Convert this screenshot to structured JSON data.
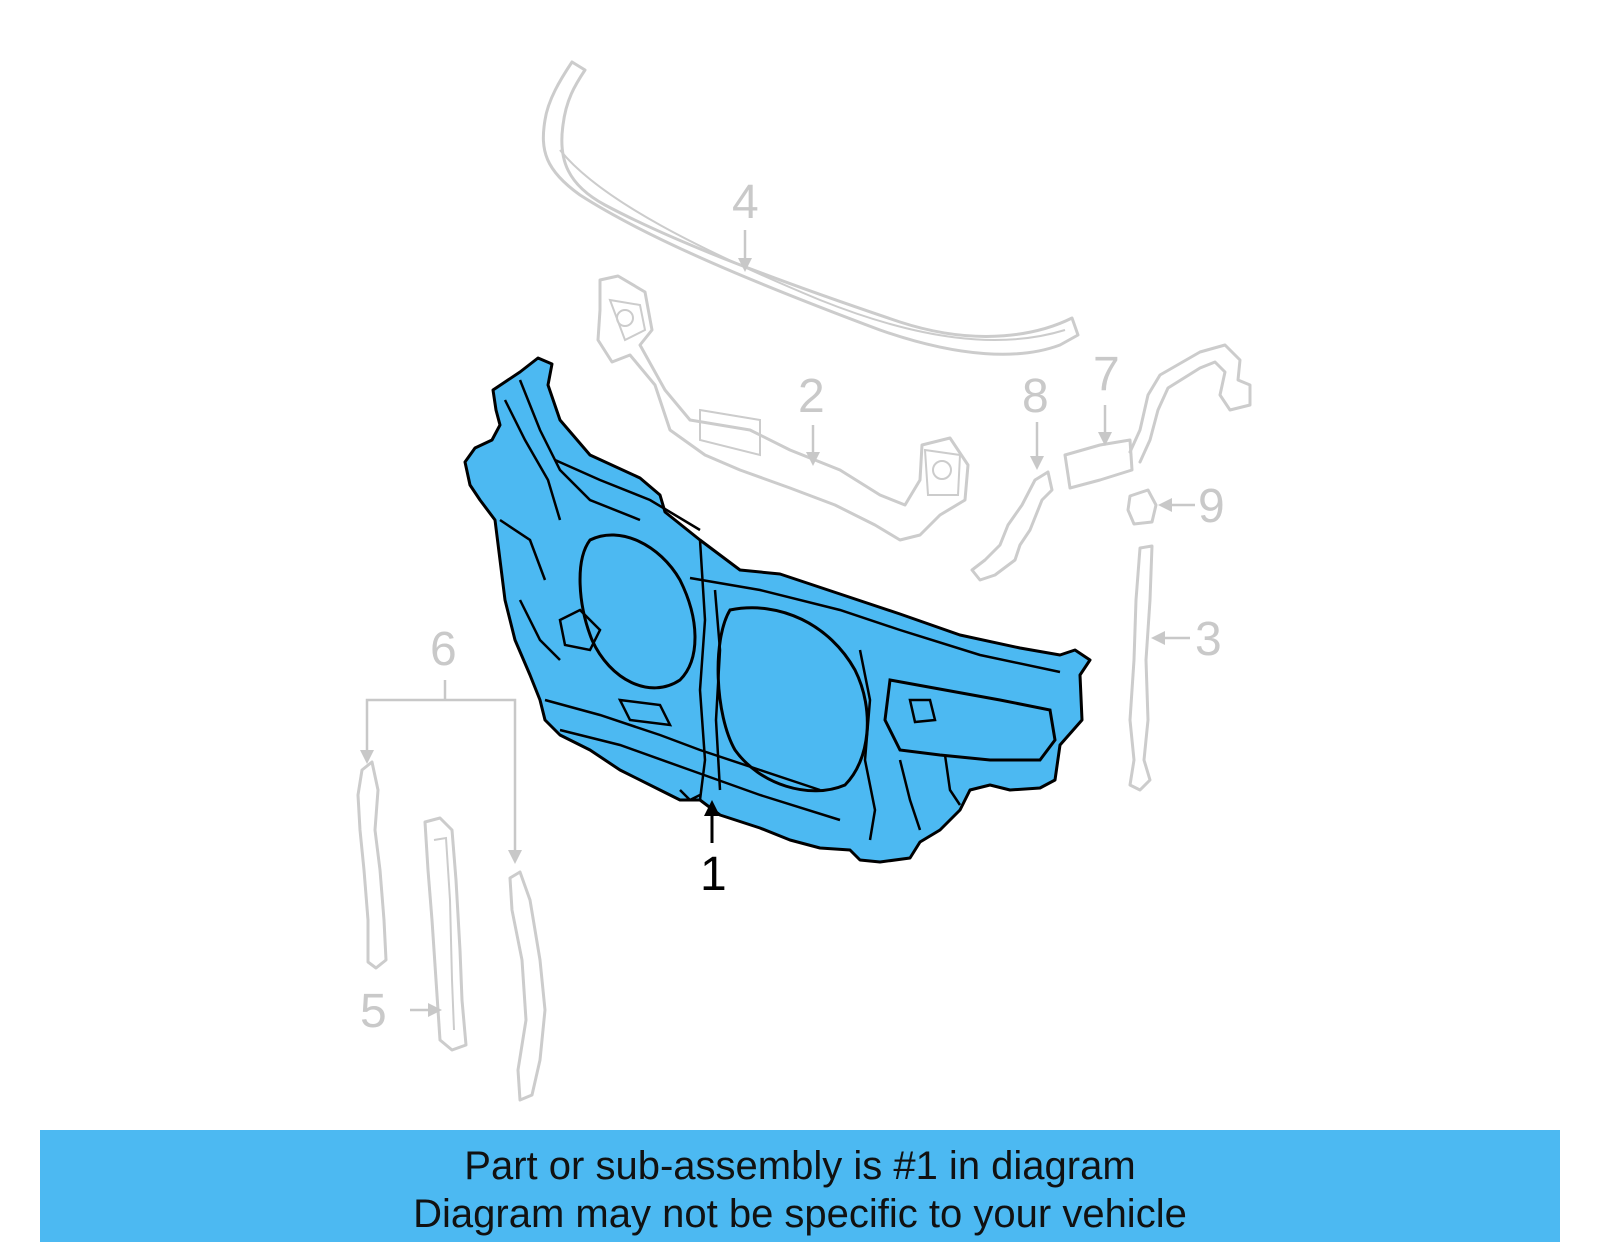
{
  "diagram": {
    "callouts": {
      "c1": "1",
      "c2": "2",
      "c3": "3",
      "c4": "4",
      "c5": "5",
      "c6": "6",
      "c7": "7",
      "c8": "8",
      "c9": "9"
    },
    "highlighted_part": "1",
    "colors": {
      "highlight_fill": "#4cb9f2",
      "ghost_stroke": "#cccccc",
      "outline": "#000000"
    }
  },
  "banner": {
    "line1": "Part or sub-assembly is #1 in diagram",
    "line2": "Diagram may not be specific to your vehicle",
    "color": "#4cb9f2"
  }
}
